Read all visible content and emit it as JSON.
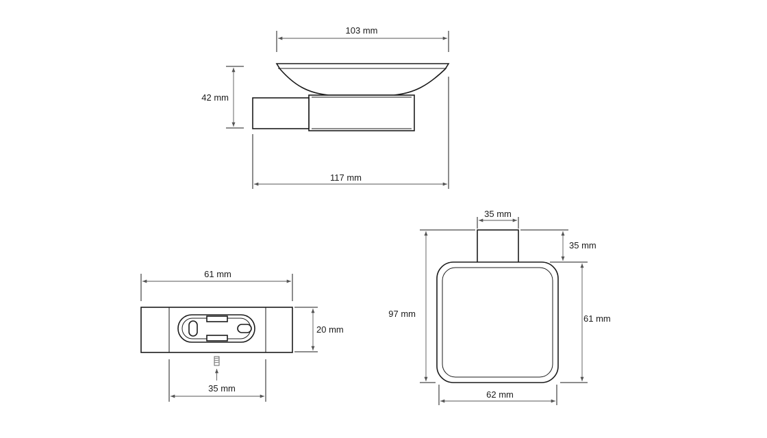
{
  "side_view": {
    "dim_width_top": "103 mm",
    "dim_height": "42 mm",
    "dim_width_total": "117 mm"
  },
  "bottom_view": {
    "dim_width": "61 mm",
    "dim_height": "20 mm",
    "dim_screw_spacing": "35 mm"
  },
  "front_view": {
    "dim_arm_width": "35 mm",
    "dim_arm_height": "35 mm",
    "dim_total_height": "97 mm",
    "dim_dish_height": "61 mm",
    "dim_dish_width": "62 mm"
  }
}
